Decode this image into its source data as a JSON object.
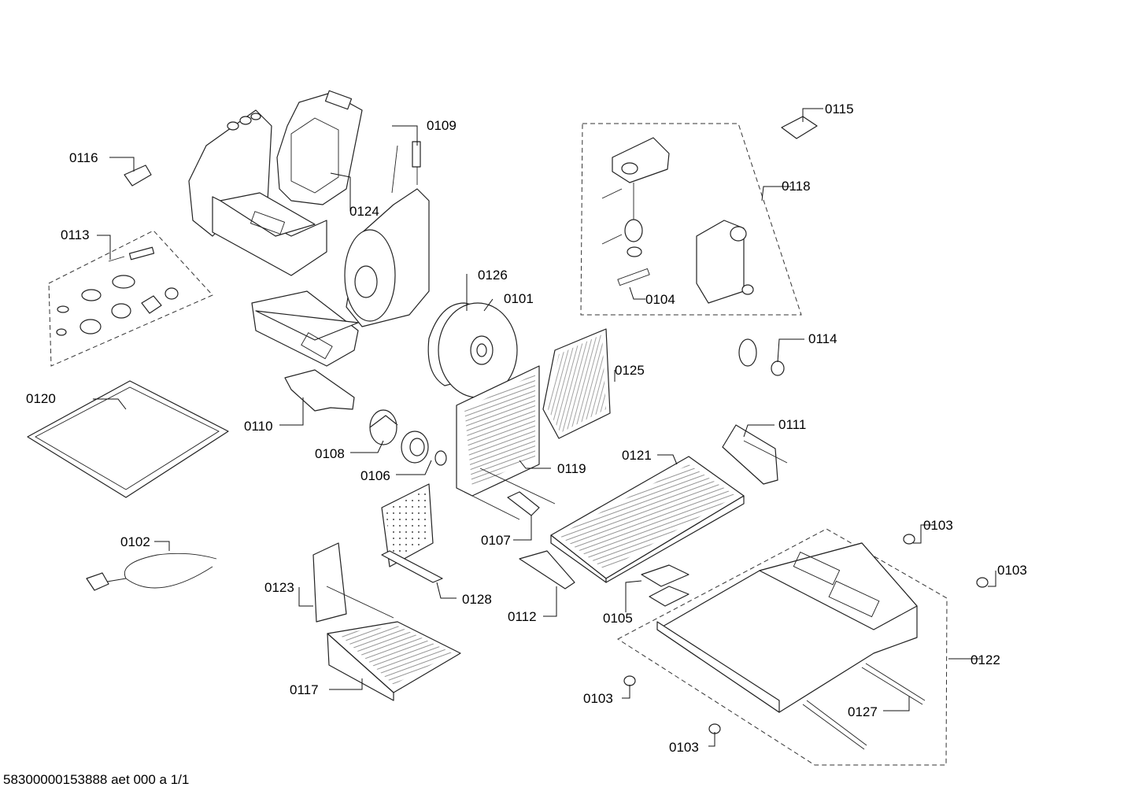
{
  "diagram": {
    "footer": "58300000153888 aet 000 a 1/1",
    "labels": {
      "p0101": "0101",
      "p0102": "0102",
      "p0103a": "0103",
      "p0103b": "0103",
      "p0103c": "0103",
      "p0103d": "0103",
      "p0104": "0104",
      "p0105": "0105",
      "p0106": "0106",
      "p0107": "0107",
      "p0108": "0108",
      "p0109": "0109",
      "p0110": "0110",
      "p0111": "0111",
      "p0112": "0112",
      "p0113": "0113",
      "p0114": "0114",
      "p0115": "0115",
      "p0116": "0116",
      "p0117": "0117",
      "p0118": "0118",
      "p0119": "0119",
      "p0120": "0120",
      "p0121": "0121",
      "p0122": "0122",
      "p0123": "0123",
      "p0124": "0124",
      "p0125": "0125",
      "p0126": "0126",
      "p0127": "0127",
      "p0128": "0128"
    }
  }
}
